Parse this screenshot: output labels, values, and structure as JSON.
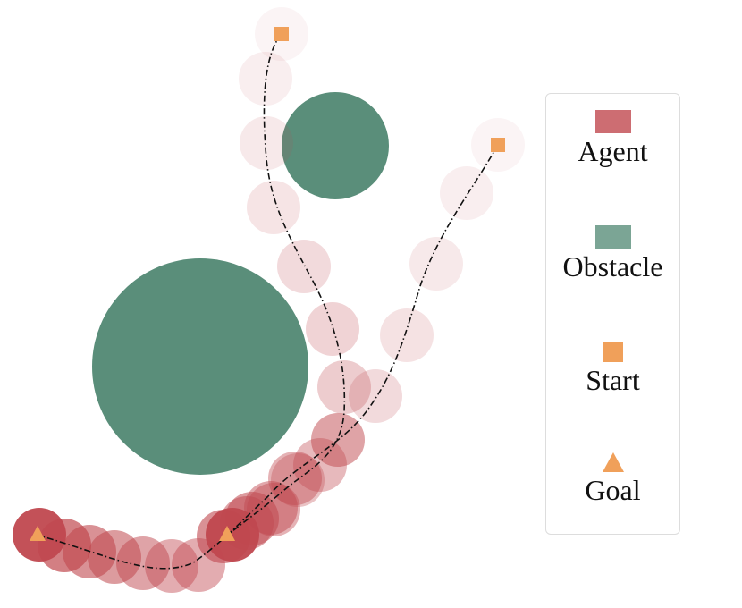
{
  "legend": {
    "agent_label": "Agent",
    "obstacle_label": "Obstacle",
    "start_label": "Start",
    "goal_label": "Goal"
  },
  "colors": {
    "agent": "#c0484f",
    "obstacle": "#5a8e7a",
    "start": "#f0a05a",
    "goal": "#f0a05a",
    "path": "#111111"
  }
}
